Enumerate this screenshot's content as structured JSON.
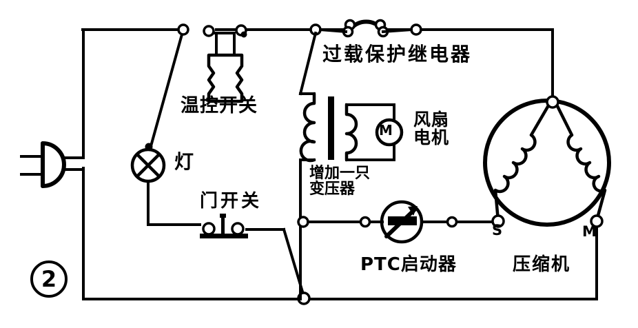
{
  "diagram": {
    "figure_number": "2",
    "labels": {
      "thermostat_switch": "温控开关",
      "overload_relay": "过载保护继电器",
      "lamp": "灯",
      "door_switch": "门开关",
      "fan_motor_line1": "风扇",
      "fan_motor_line2": "电机",
      "transformer_note_line1": "增加一只",
      "transformer_note_line2": "变压器",
      "ptc_starter": "PTC启动器",
      "compressor": "压缩机",
      "motor_symbol": "M",
      "terminal_s": "S",
      "terminal_m": "M"
    },
    "components": [
      {
        "name": "power-plug",
        "type": "plug",
        "label": ""
      },
      {
        "name": "thermostat-switch",
        "type": "bellows-switch",
        "label": "温控开关"
      },
      {
        "name": "overload-relay",
        "type": "bimetal-contact",
        "label": "过载保护继电器"
      },
      {
        "name": "lamp",
        "type": "lamp-cross-circle",
        "label": "灯"
      },
      {
        "name": "door-switch",
        "type": "push-button-switch",
        "label": "门开关"
      },
      {
        "name": "transformer",
        "type": "iron-core-transformer",
        "label": "增加一只变压器"
      },
      {
        "name": "fan-motor",
        "type": "motor-winding",
        "label": "风扇电机"
      },
      {
        "name": "ptc-starter",
        "type": "ptc-thermistor",
        "label": "PTC启动器"
      },
      {
        "name": "compressor-motor",
        "type": "split-phase-motor",
        "label": "压缩机"
      }
    ],
    "colors": {
      "ink": "#000000",
      "background": "#ffffff"
    }
  }
}
